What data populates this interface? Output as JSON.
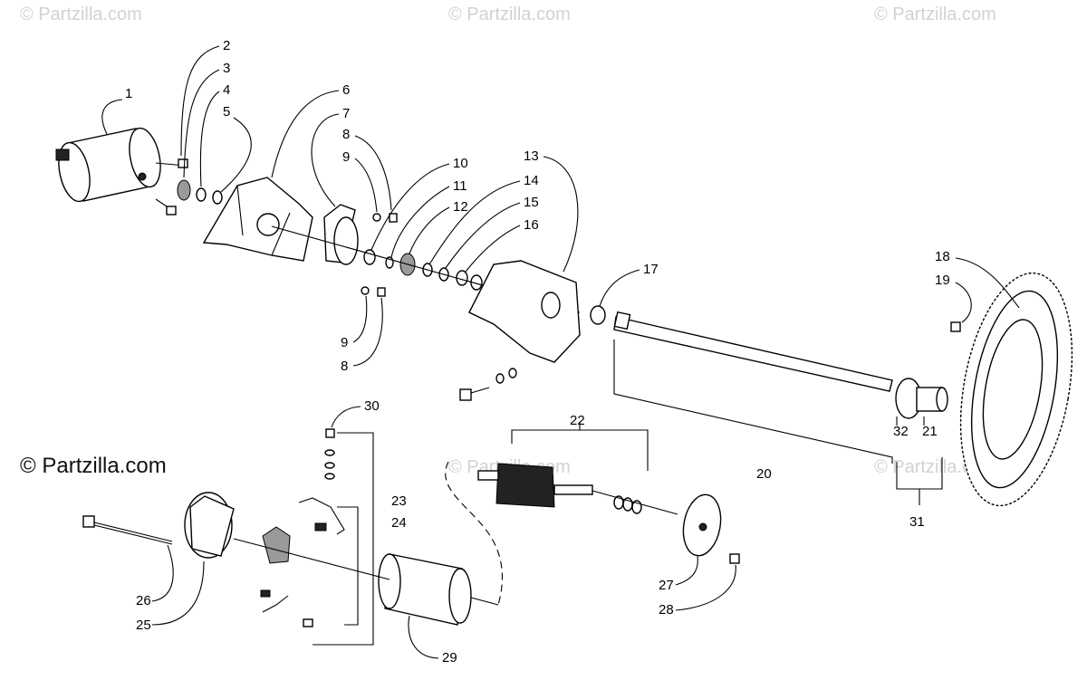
{
  "watermarks": {
    "main": "© Partzilla.com",
    "top_left": "© Partzilla.com",
    "top_center": "© Partzilla.com",
    "top_right": "© Partzilla.com",
    "mid_right": "© Partzilla.com",
    "mid_center": "© Partzilla.com"
  },
  "callouts": [
    "1",
    "2",
    "3",
    "4",
    "5",
    "6",
    "7",
    "8",
    "9",
    "10",
    "11",
    "12",
    "13",
    "14",
    "15",
    "16",
    "17",
    "18",
    "19",
    "20",
    "21",
    "22",
    "23",
    "24",
    "25",
    "26",
    "27",
    "28",
    "29",
    "30",
    "31",
    "32"
  ],
  "callout_labels": {
    "c1": "1",
    "c2": "2",
    "c3": "3",
    "c4": "4",
    "c5": "5",
    "c6": "6",
    "c7": "7",
    "c8a": "8",
    "c9a": "9",
    "c9b": "9",
    "c8b": "8",
    "c10": "10",
    "c11": "11",
    "c12": "12",
    "c13": "13",
    "c14": "14",
    "c15": "15",
    "c16": "16",
    "c17": "17",
    "c18": "18",
    "c19": "19",
    "c20": "20",
    "c21": "21",
    "c22": "22",
    "c23": "23",
    "c24": "24",
    "c25": "25",
    "c26": "26",
    "c27": "27",
    "c28": "28",
    "c29": "29",
    "c30": "30",
    "c31": "31",
    "c32": "32"
  }
}
